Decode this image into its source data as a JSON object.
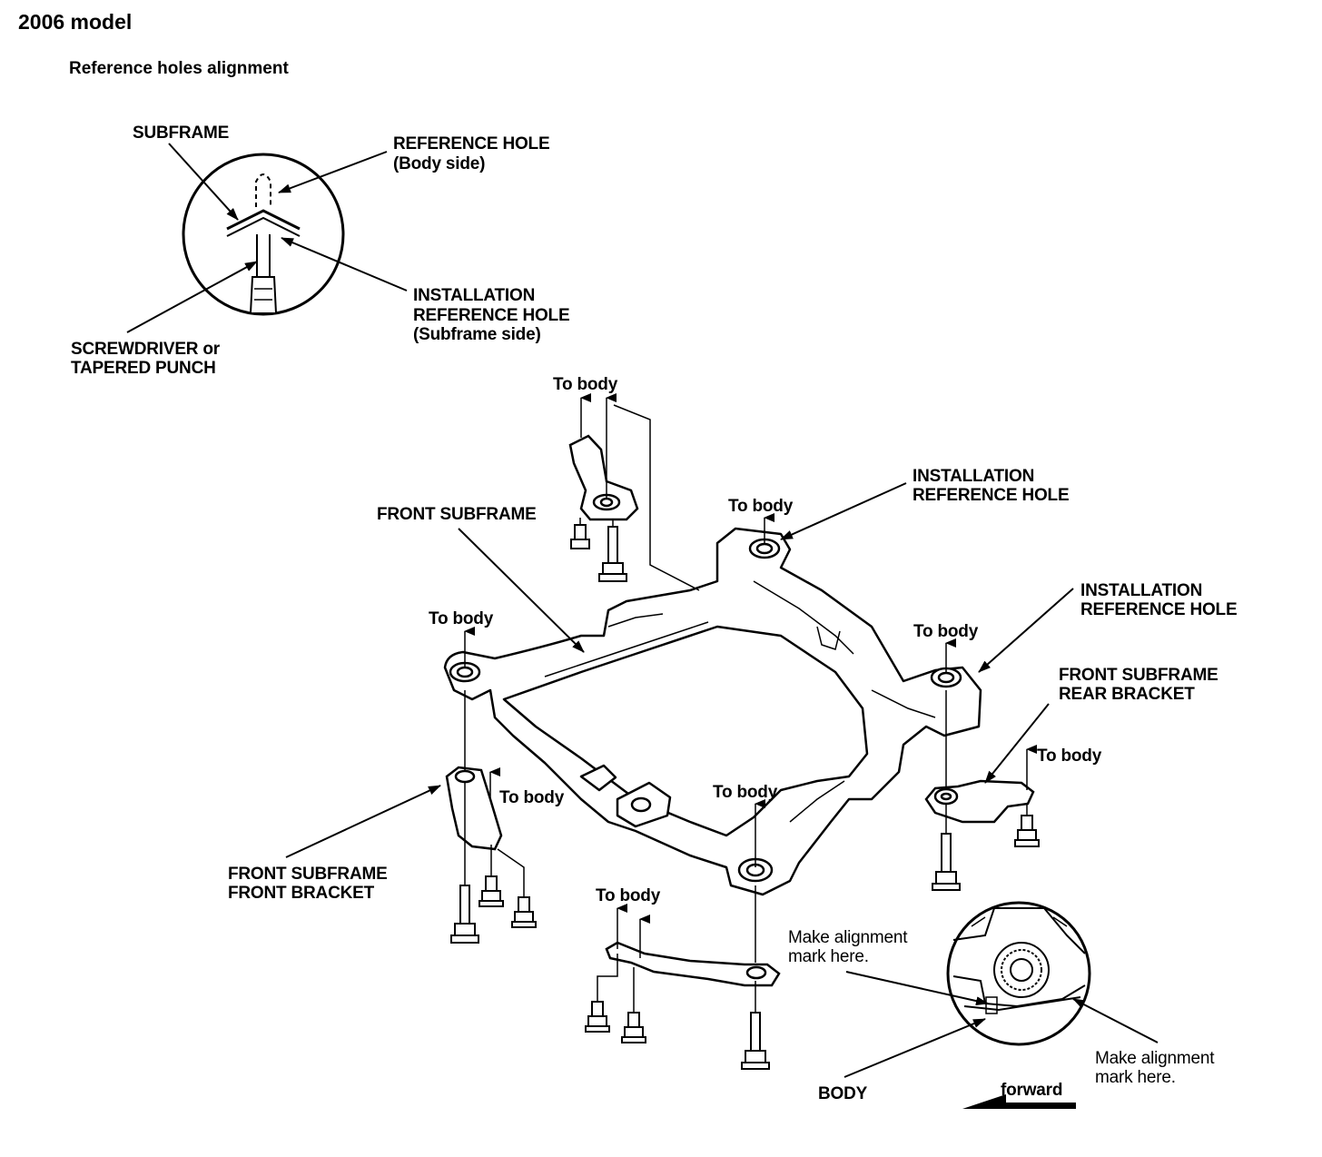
{
  "header": {
    "title": "2006 model",
    "subtitle": "Reference holes alignment"
  },
  "inset_top": {
    "subframe": "SUBFRAME",
    "ref_hole_line1": "REFERENCE HOLE",
    "ref_hole_line2": "(Body side)",
    "inst_ref_line1": "INSTALLATION",
    "inst_ref_line2": "REFERENCE HOLE",
    "inst_ref_line3": "(Subframe side)",
    "screwdriver_line1": "SCREWDRIVER or",
    "screwdriver_line2": "TAPERED PUNCH"
  },
  "main": {
    "to_body": "To body",
    "front_subframe": "FRONT SUBFRAME",
    "inst_ref_line1": "INSTALLATION",
    "inst_ref_line2": "REFERENCE HOLE",
    "rear_bracket_line1": "FRONT SUBFRAME",
    "rear_bracket_line2": "REAR BRACKET",
    "front_bracket_line1": "FRONT SUBFRAME",
    "front_bracket_line2": "FRONT BRACKET"
  },
  "inset_bottom": {
    "align_line1": "Make alignment",
    "align_line2": "mark here.",
    "body": "BODY",
    "forward": "forward"
  }
}
